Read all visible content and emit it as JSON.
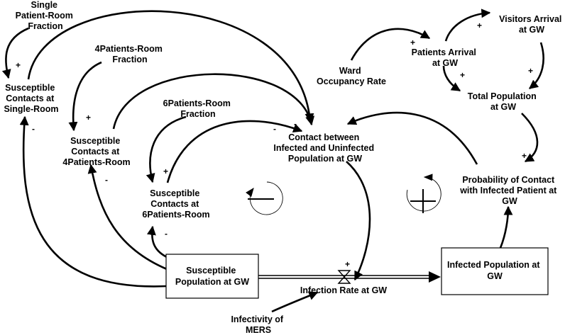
{
  "variables": {
    "single_room_fraction": [
      "Single",
      "Patient-Room",
      "Fraction"
    ],
    "four_room_fraction": [
      "4Patients-Room",
      "Fraction"
    ],
    "six_room_fraction": [
      "6Patients-Room",
      "Fraction"
    ],
    "susceptible_single": [
      "Susceptible",
      "Contacts at",
      "Single-Room"
    ],
    "susceptible_four": [
      "Susceptible",
      "Contacts at",
      "4Patients-Room"
    ],
    "susceptible_six": [
      "Susceptible",
      "Contacts at",
      "6Patients-Room"
    ],
    "contact_between": [
      "Contact between",
      "Infected and Uninfected",
      "Population at GW"
    ],
    "ward_occupancy": [
      "Ward",
      "Occupancy Rate"
    ],
    "patients_arrival": [
      "Patients Arrival",
      "at GW"
    ],
    "visitors_arrival": [
      "Visitors Arrival",
      "at GW"
    ],
    "total_population": [
      "Total Population",
      "at GW"
    ],
    "probability_contact": [
      "Probability of Contact",
      "with Infected Patient at",
      "GW"
    ],
    "infection_rate": [
      "Infection Rate at GW"
    ],
    "infectivity": [
      "Infectivity of",
      "MERS"
    ]
  },
  "stocks": {
    "susceptible_population": [
      "Susceptible",
      "Population at GW"
    ],
    "infected_population": [
      "Infected Population at",
      "GW"
    ]
  },
  "polarity": {
    "plus": "+",
    "minus": "-"
  },
  "loops": {
    "balancing": "negative",
    "reinforcing": "positive"
  }
}
